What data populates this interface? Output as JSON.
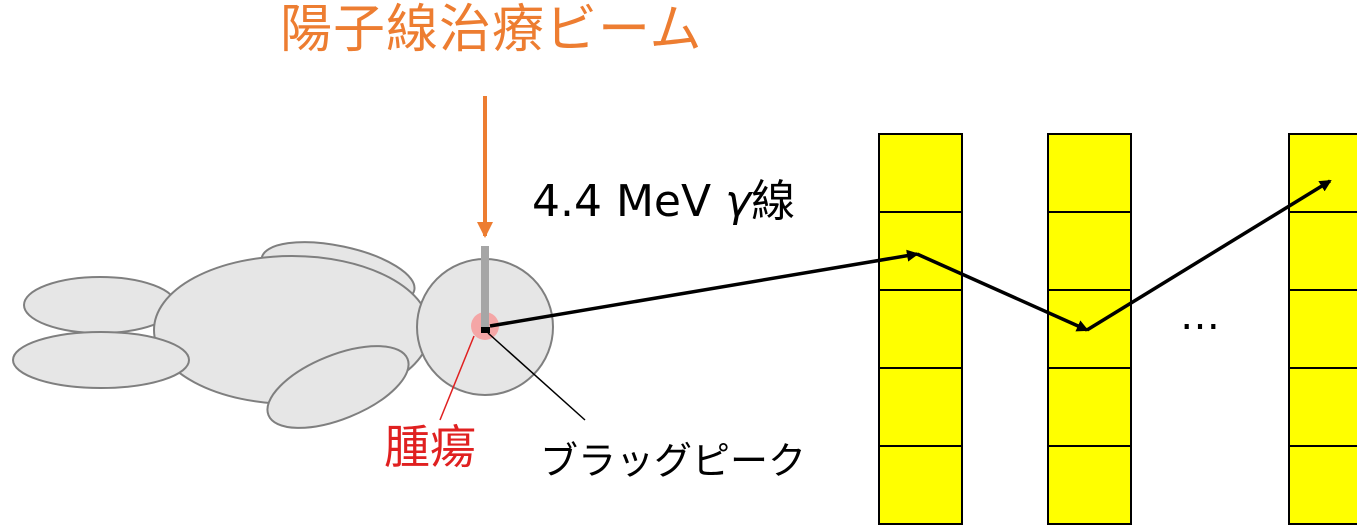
{
  "labels": {
    "beam": "陽子線治療ビーム",
    "gamma_energy": "4.4 MeV",
    "gamma_symbol": "γ",
    "gamma_kanji": "線",
    "tumor": "腫瘍",
    "bragg_peak": "ブラッグピーク",
    "ellipsis": "…"
  },
  "colors": {
    "beam_arrow": "#ed7d31",
    "beam_title": "#ed7d31",
    "tumor_text": "#e02020",
    "tumor_spot": "#f4a6a6",
    "detector_fill": "#ffff00",
    "body_fill": "#e6e6e6",
    "body_stroke": "#7f7f7f",
    "beam_track": "#a6a6a6"
  },
  "detectors": {
    "columns": 3,
    "cells_per_column": 5
  }
}
